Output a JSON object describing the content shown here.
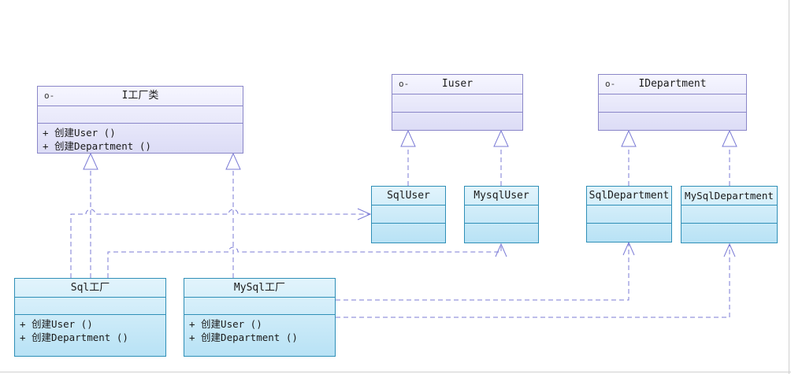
{
  "classes": {
    "ifactory": {
      "name": "I工厂类",
      "marker": "o-",
      "ops": [
        "+ 创建User ()",
        "+ 创建Department ()"
      ]
    },
    "iuser": {
      "name": "Iuser",
      "marker": "o-"
    },
    "idepartment": {
      "name": "IDepartment",
      "marker": "o-"
    },
    "sqluser": {
      "name": "SqlUser"
    },
    "mysqluser": {
      "name": "MysqlUser"
    },
    "sqldepartment": {
      "name": "SqlDepartment"
    },
    "mysqldepartment": {
      "name": "MySqlDepartment"
    },
    "sqlfactory": {
      "name": "Sql工厂",
      "ops": [
        "+ 创建User ()",
        "+ 创建Department ()"
      ]
    },
    "mysqlfactory": {
      "name": "MySql工厂",
      "ops": [
        "+ 创建User ()",
        "+ 创建Department ()"
      ]
    }
  },
  "colors": {
    "interface_border": "#8a86c8",
    "concrete_border": "#2f8fb7",
    "connector": "#7b7bd6"
  }
}
